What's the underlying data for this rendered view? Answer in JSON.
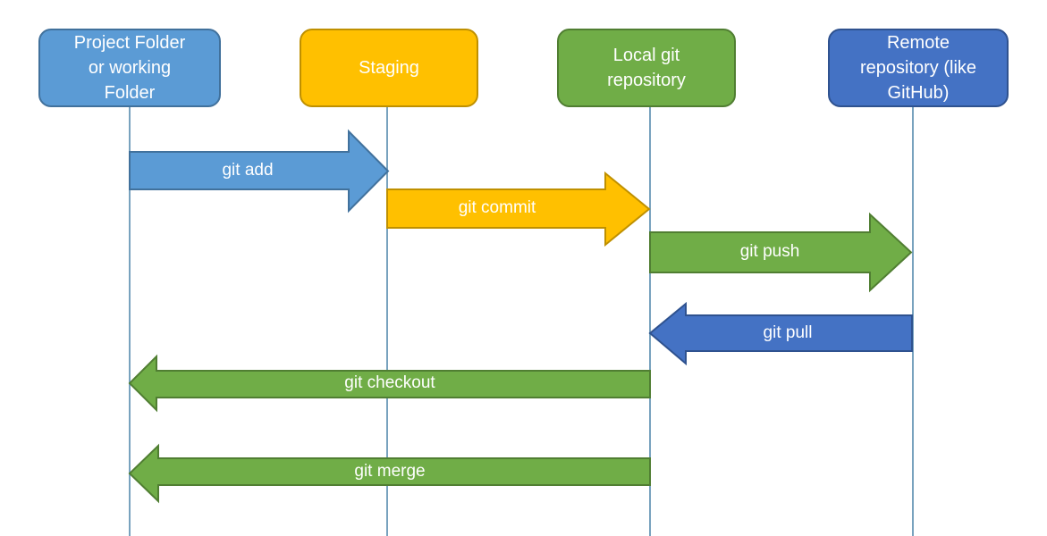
{
  "diagram": {
    "type": "git-workflow-sequence-diagram",
    "background": "#FFFFFF",
    "lifeline_color": "#78A2BE"
  },
  "actors": [
    {
      "id": "working-folder",
      "label": "Project Folder\nor working\nFolder",
      "fill": "#5B9BD5",
      "border": "#41719C"
    },
    {
      "id": "staging",
      "label": "Staging",
      "fill": "#FFC000",
      "border": "#BF9000"
    },
    {
      "id": "local-repo",
      "label": "Local git\nrepository",
      "fill": "#70AD47",
      "border": "#507E32"
    },
    {
      "id": "remote-repo",
      "label": "Remote\nrepository (like\nGitHub)",
      "fill": "#4472C4",
      "border": "#2F528F"
    }
  ],
  "arrows": [
    {
      "label": "git add",
      "direction": "right",
      "from": "working-folder",
      "to": "staging",
      "fill": "#5B9BD5",
      "border": "#41719C"
    },
    {
      "label": "git commit",
      "direction": "right",
      "from": "staging",
      "to": "local-repo",
      "fill": "#FFC000",
      "border": "#BF9000"
    },
    {
      "label": "git push",
      "direction": "right",
      "from": "local-repo",
      "to": "remote-repo",
      "fill": "#70AD47",
      "border": "#507E32"
    },
    {
      "label": "git pull",
      "direction": "left",
      "from": "remote-repo",
      "to": "local-repo",
      "fill": "#4472C4",
      "border": "#2F528F"
    },
    {
      "label": "git checkout",
      "direction": "left",
      "from": "local-repo",
      "to": "working-folder",
      "fill": "#70AD47",
      "border": "#507E32"
    },
    {
      "label": "git merge",
      "direction": "left",
      "from": "local-repo",
      "to": "working-folder",
      "fill": "#70AD47",
      "border": "#507E32"
    }
  ]
}
